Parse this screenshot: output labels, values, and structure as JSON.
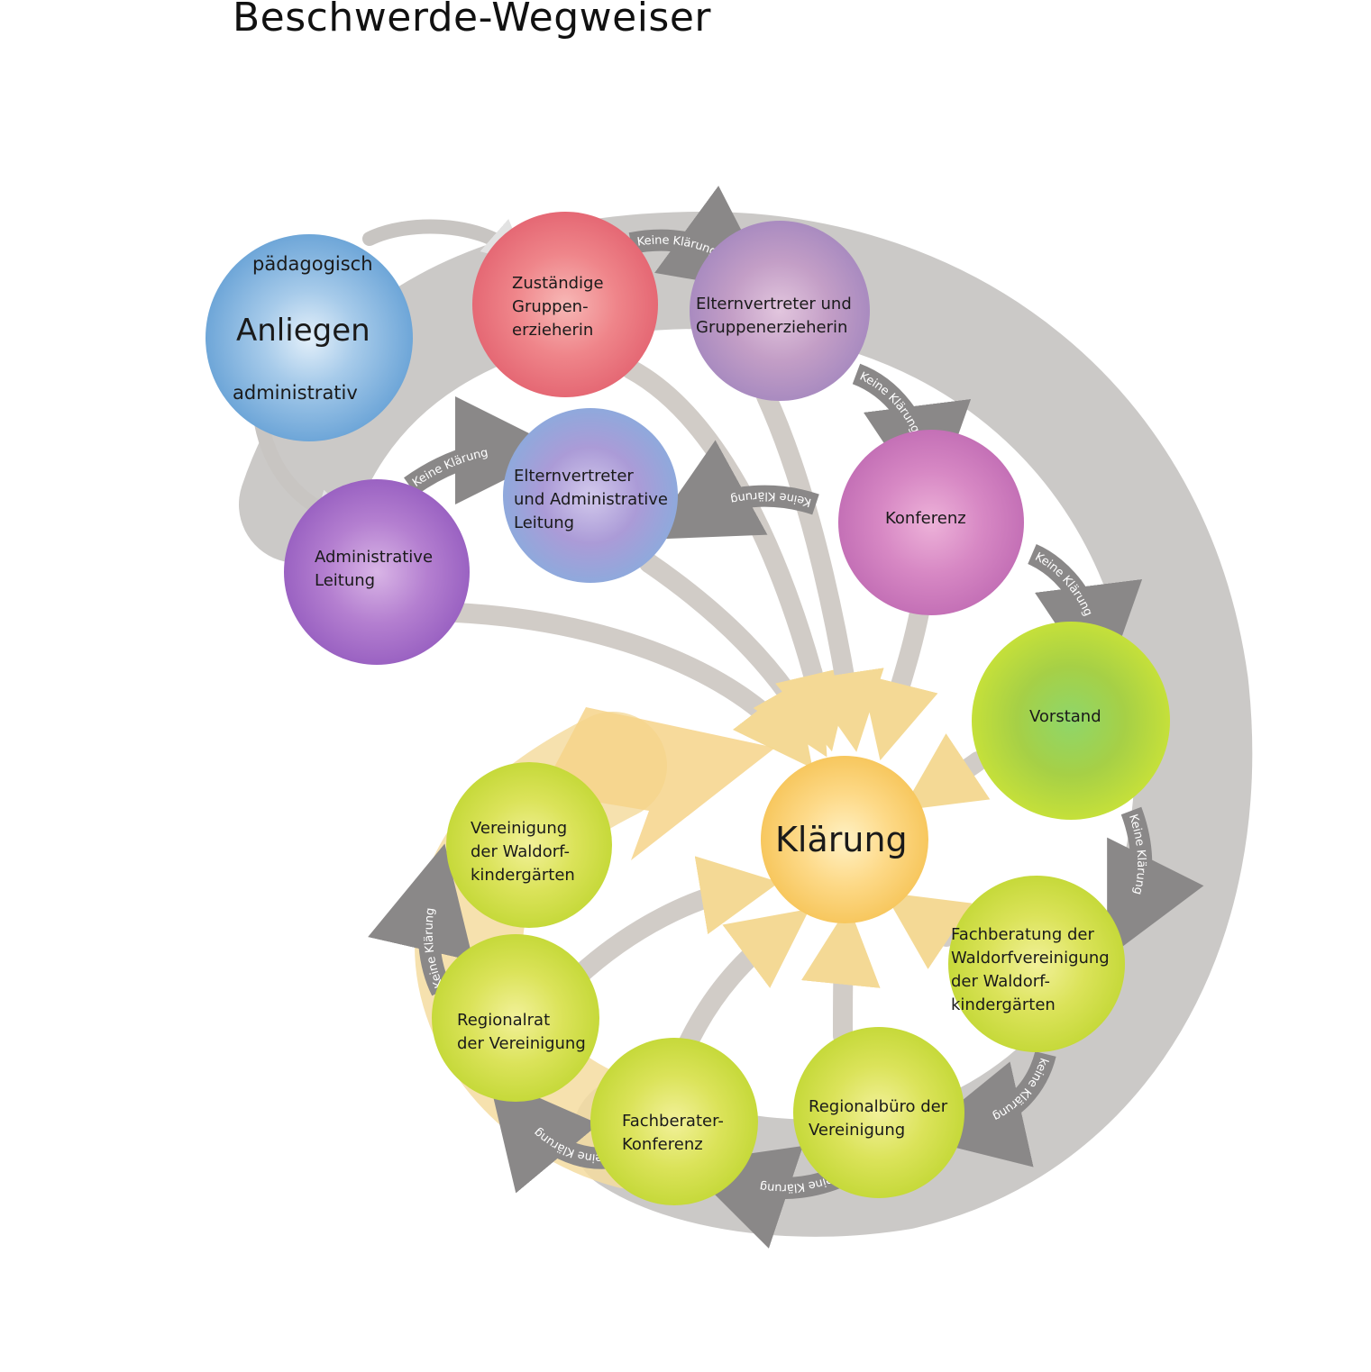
{
  "title": "Beschwerde-Wegweiser",
  "center": {
    "label": "Klärung",
    "color": "#fbd36b"
  },
  "start": {
    "label": "Anliegen",
    "top_label": "pädagogisch",
    "bottom_label": "administrativ",
    "color": "#8fbde3"
  },
  "connector_label": "Keine Klärung",
  "connector_label_lower": "keine Klärung",
  "nodes": [
    {
      "id": "gruppenerzieherin",
      "label": "Zuständige\nGruppen-\nerzieherin",
      "color": "#ee7f86"
    },
    {
      "id": "elternvertreter-gruppe",
      "label": "Elternvertreter und\nGruppenerzieherin",
      "color": "#c8a3c4"
    },
    {
      "id": "konferenz",
      "label": "Konferenz",
      "color": "#d98ac4"
    },
    {
      "id": "vorstand",
      "label": "Vorstand",
      "color": "#9ccd3f"
    },
    {
      "id": "fachberatung",
      "label": "Fachberatung der\nWaldorfvereinigung\nder Waldorf-\nkindergärten",
      "color": "#d9e25b"
    },
    {
      "id": "regionalbuero",
      "label": "Regionalbüro der\nVereinigung",
      "color": "#c8da3e"
    },
    {
      "id": "fachberater-konferenz",
      "label": "Fachberater-\nKonferenz",
      "color": "#d3df48"
    },
    {
      "id": "regionalrat",
      "label": "Regionalrat\nder Vereinigung",
      "color": "#d7e250"
    },
    {
      "id": "vereinigung",
      "label": "Vereinigung\nder Waldorf-\nkindergärten",
      "color": "#cfe046"
    },
    {
      "id": "administrative-leitung",
      "label": "Administrative\nLeitung",
      "color": "#b47ed0"
    },
    {
      "id": "elternvertreter-admin",
      "label": "Elternvertreter\nund Administrative\nLeitung",
      "color": "#aa9bd7"
    }
  ]
}
